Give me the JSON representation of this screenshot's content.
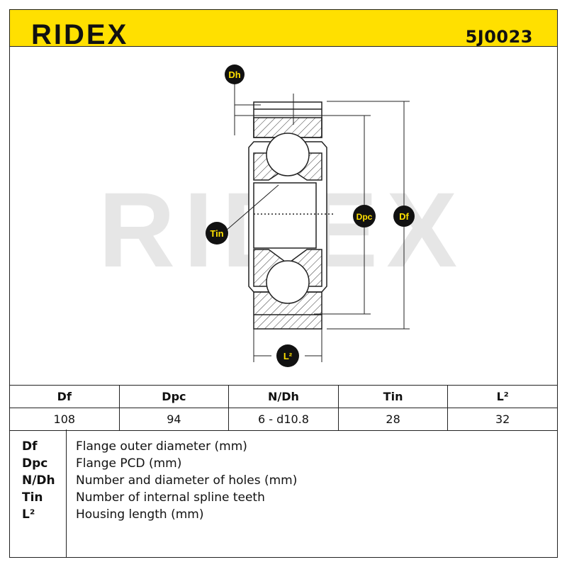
{
  "header": {
    "brand": "RIDEX",
    "part_number": "5J0023"
  },
  "diagram": {
    "watermark": "RIDEX",
    "labels": {
      "dh": "Dh",
      "tin": "Tin",
      "dpc": "Dpc",
      "df": "Df",
      "l2": "L²"
    }
  },
  "specs": {
    "headers": [
      "Df",
      "Dpc",
      "N/Dh",
      "Tin",
      "L²"
    ],
    "values": [
      "108",
      "94",
      "6 - d10.8",
      "28",
      "32"
    ]
  },
  "legend": [
    {
      "key": "Df",
      "desc": "Flange outer diameter (mm)"
    },
    {
      "key": "Dpc",
      "desc": "Flange PCD (mm)"
    },
    {
      "key": "N/Dh",
      "desc": "Number and diameter of holes (mm)"
    },
    {
      "key": "Tin",
      "desc": "Number of internal spline teeth"
    },
    {
      "key": "L²",
      "desc": "Housing length (mm)"
    }
  ],
  "colors": {
    "accent": "#ffe000",
    "badge": "#111111",
    "badge_text": "#ffe000",
    "watermark": "#e6e6e6"
  }
}
